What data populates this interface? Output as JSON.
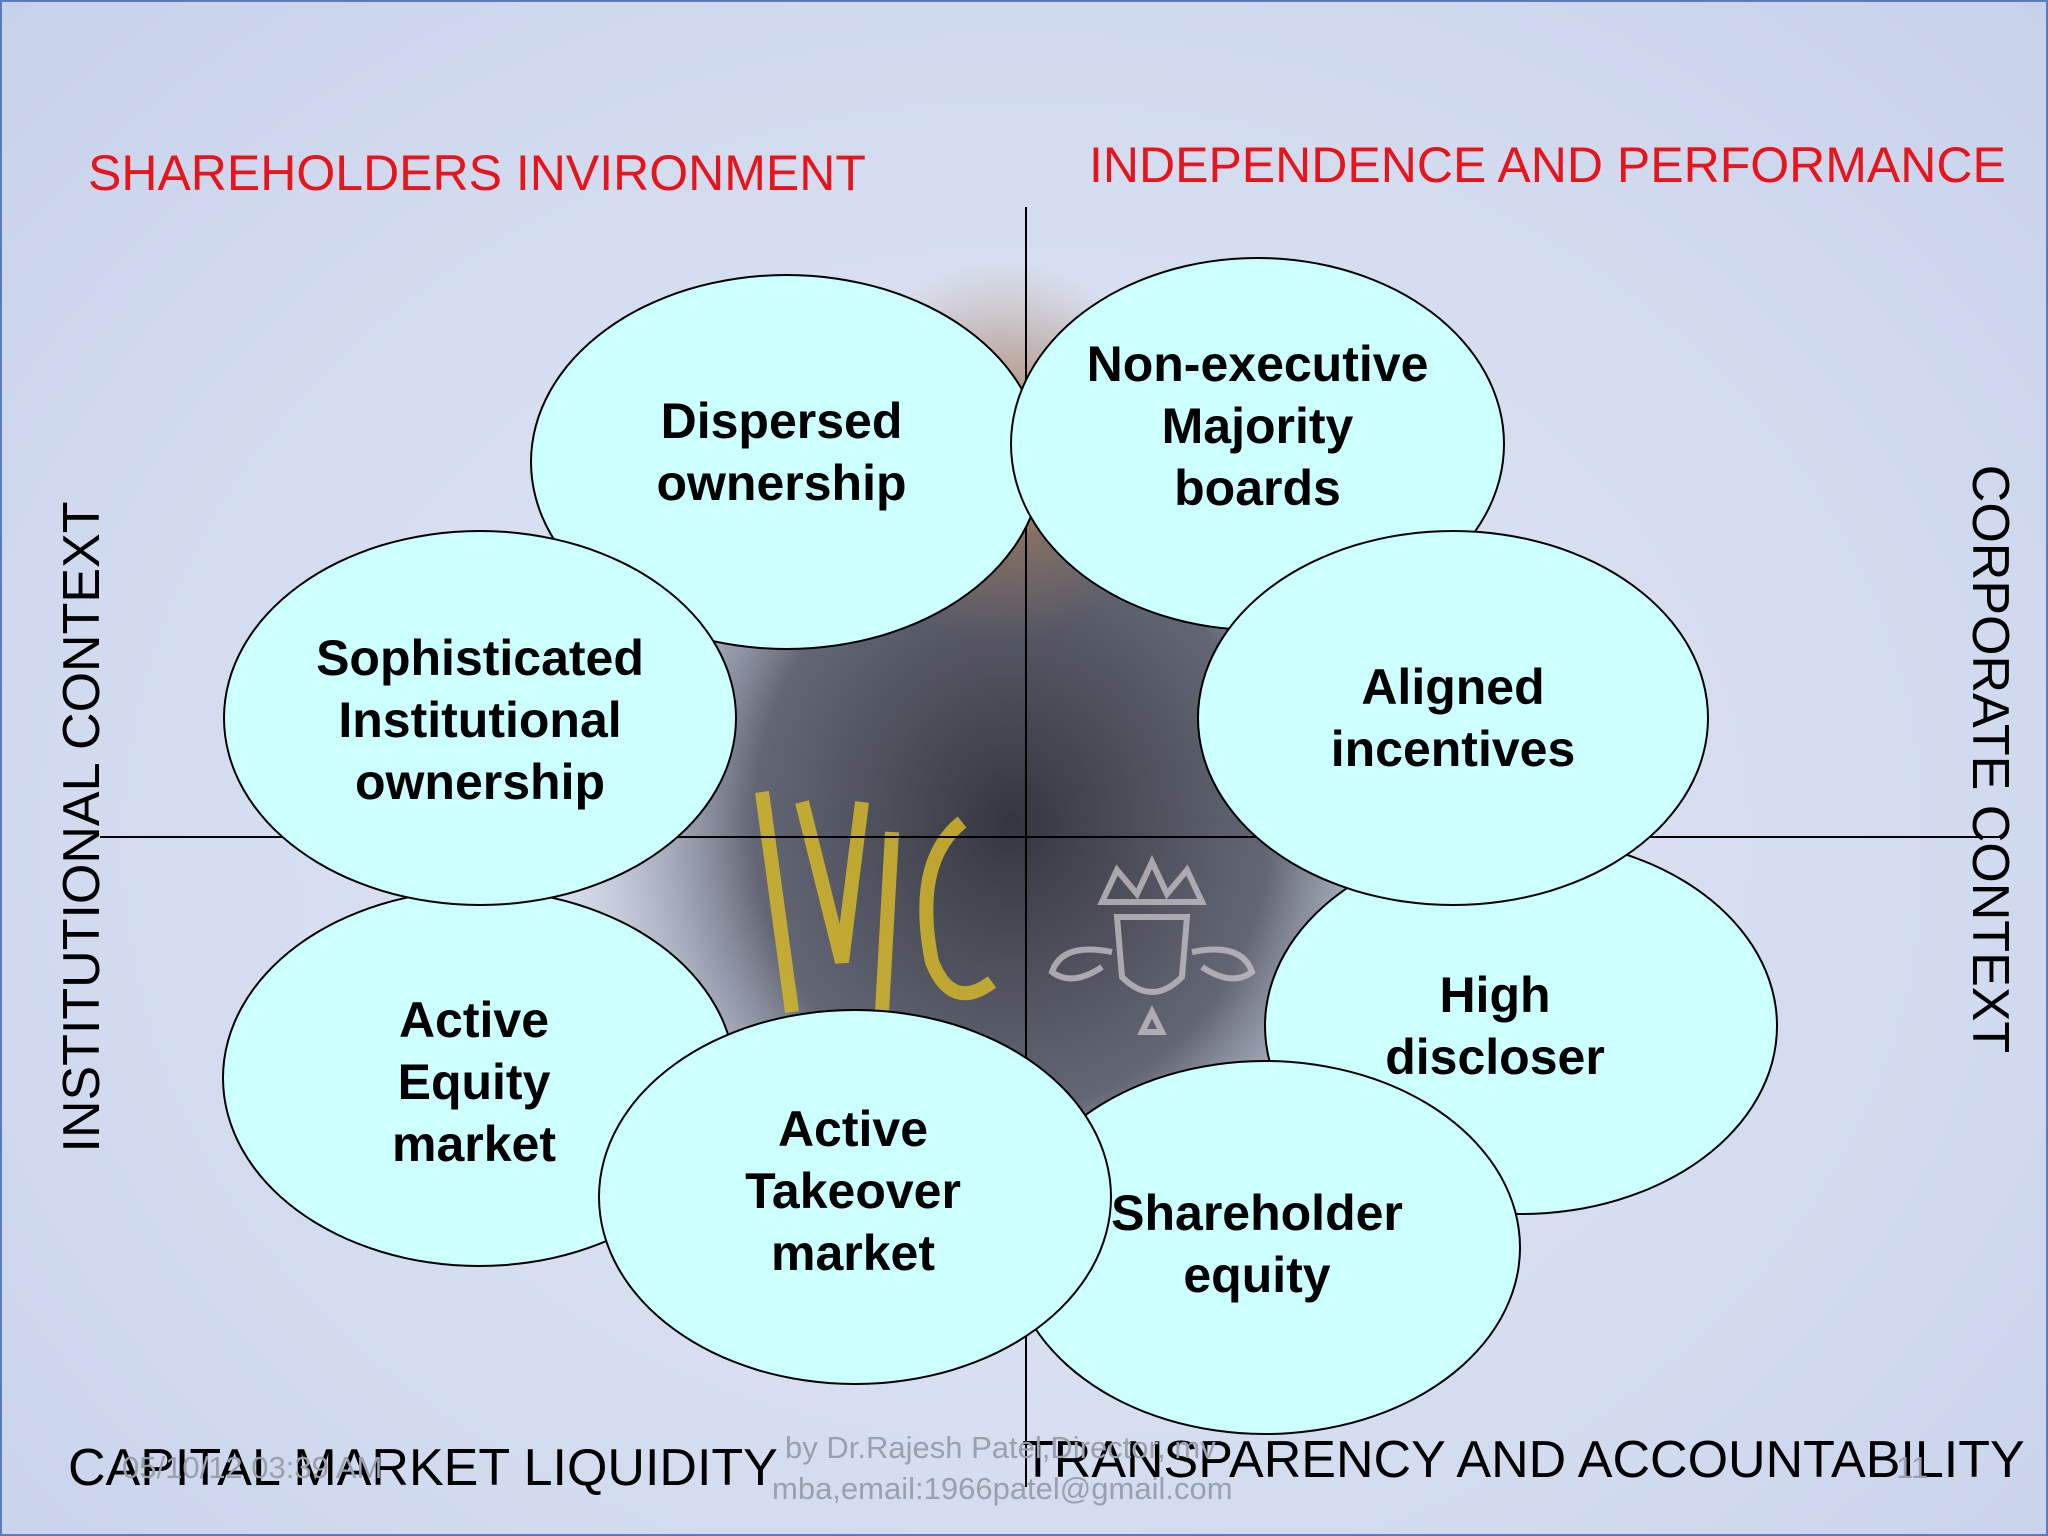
{
  "diagram": {
    "top_left_label": "SHAREHOLDERS INVIRONMENT",
    "top_right_label": "INDEPENDENCE AND PERFORMANCE",
    "left_label": "INSTITUTIONAL CONTEXT",
    "right_label": "CORPORATE CONTEXT",
    "bottom_left_label": "CAPITAL MARKET LIQUIDITY",
    "bottom_right_label": "TRANSPARENCY AND ACCOUNTABILITY",
    "nodes": {
      "dispersed": "Dispersed\nownership",
      "non_exec": "Non-executive\nMajority\nboards",
      "sophisticated": "Sophisticated\nInstitutional\nownership",
      "aligned": "Aligned\nincentives",
      "active_equity": "Active\nEquity\nmarket",
      "high_discloser": "High\ndiscloser",
      "active_takeover": "Active\nTakeover\nmarket",
      "shareholder_equity": "Shareholder\nequity"
    }
  },
  "footer": {
    "date": "05/10/12 03:39 AM",
    "author_line1": "by Dr.Rajesh Patel,Director, mv",
    "author_line2": "mba,email:1966patel@gmail.com",
    "page_number": "11"
  },
  "colors": {
    "ellipse_fill": "#ccffff",
    "title_red": "#e8141b"
  }
}
